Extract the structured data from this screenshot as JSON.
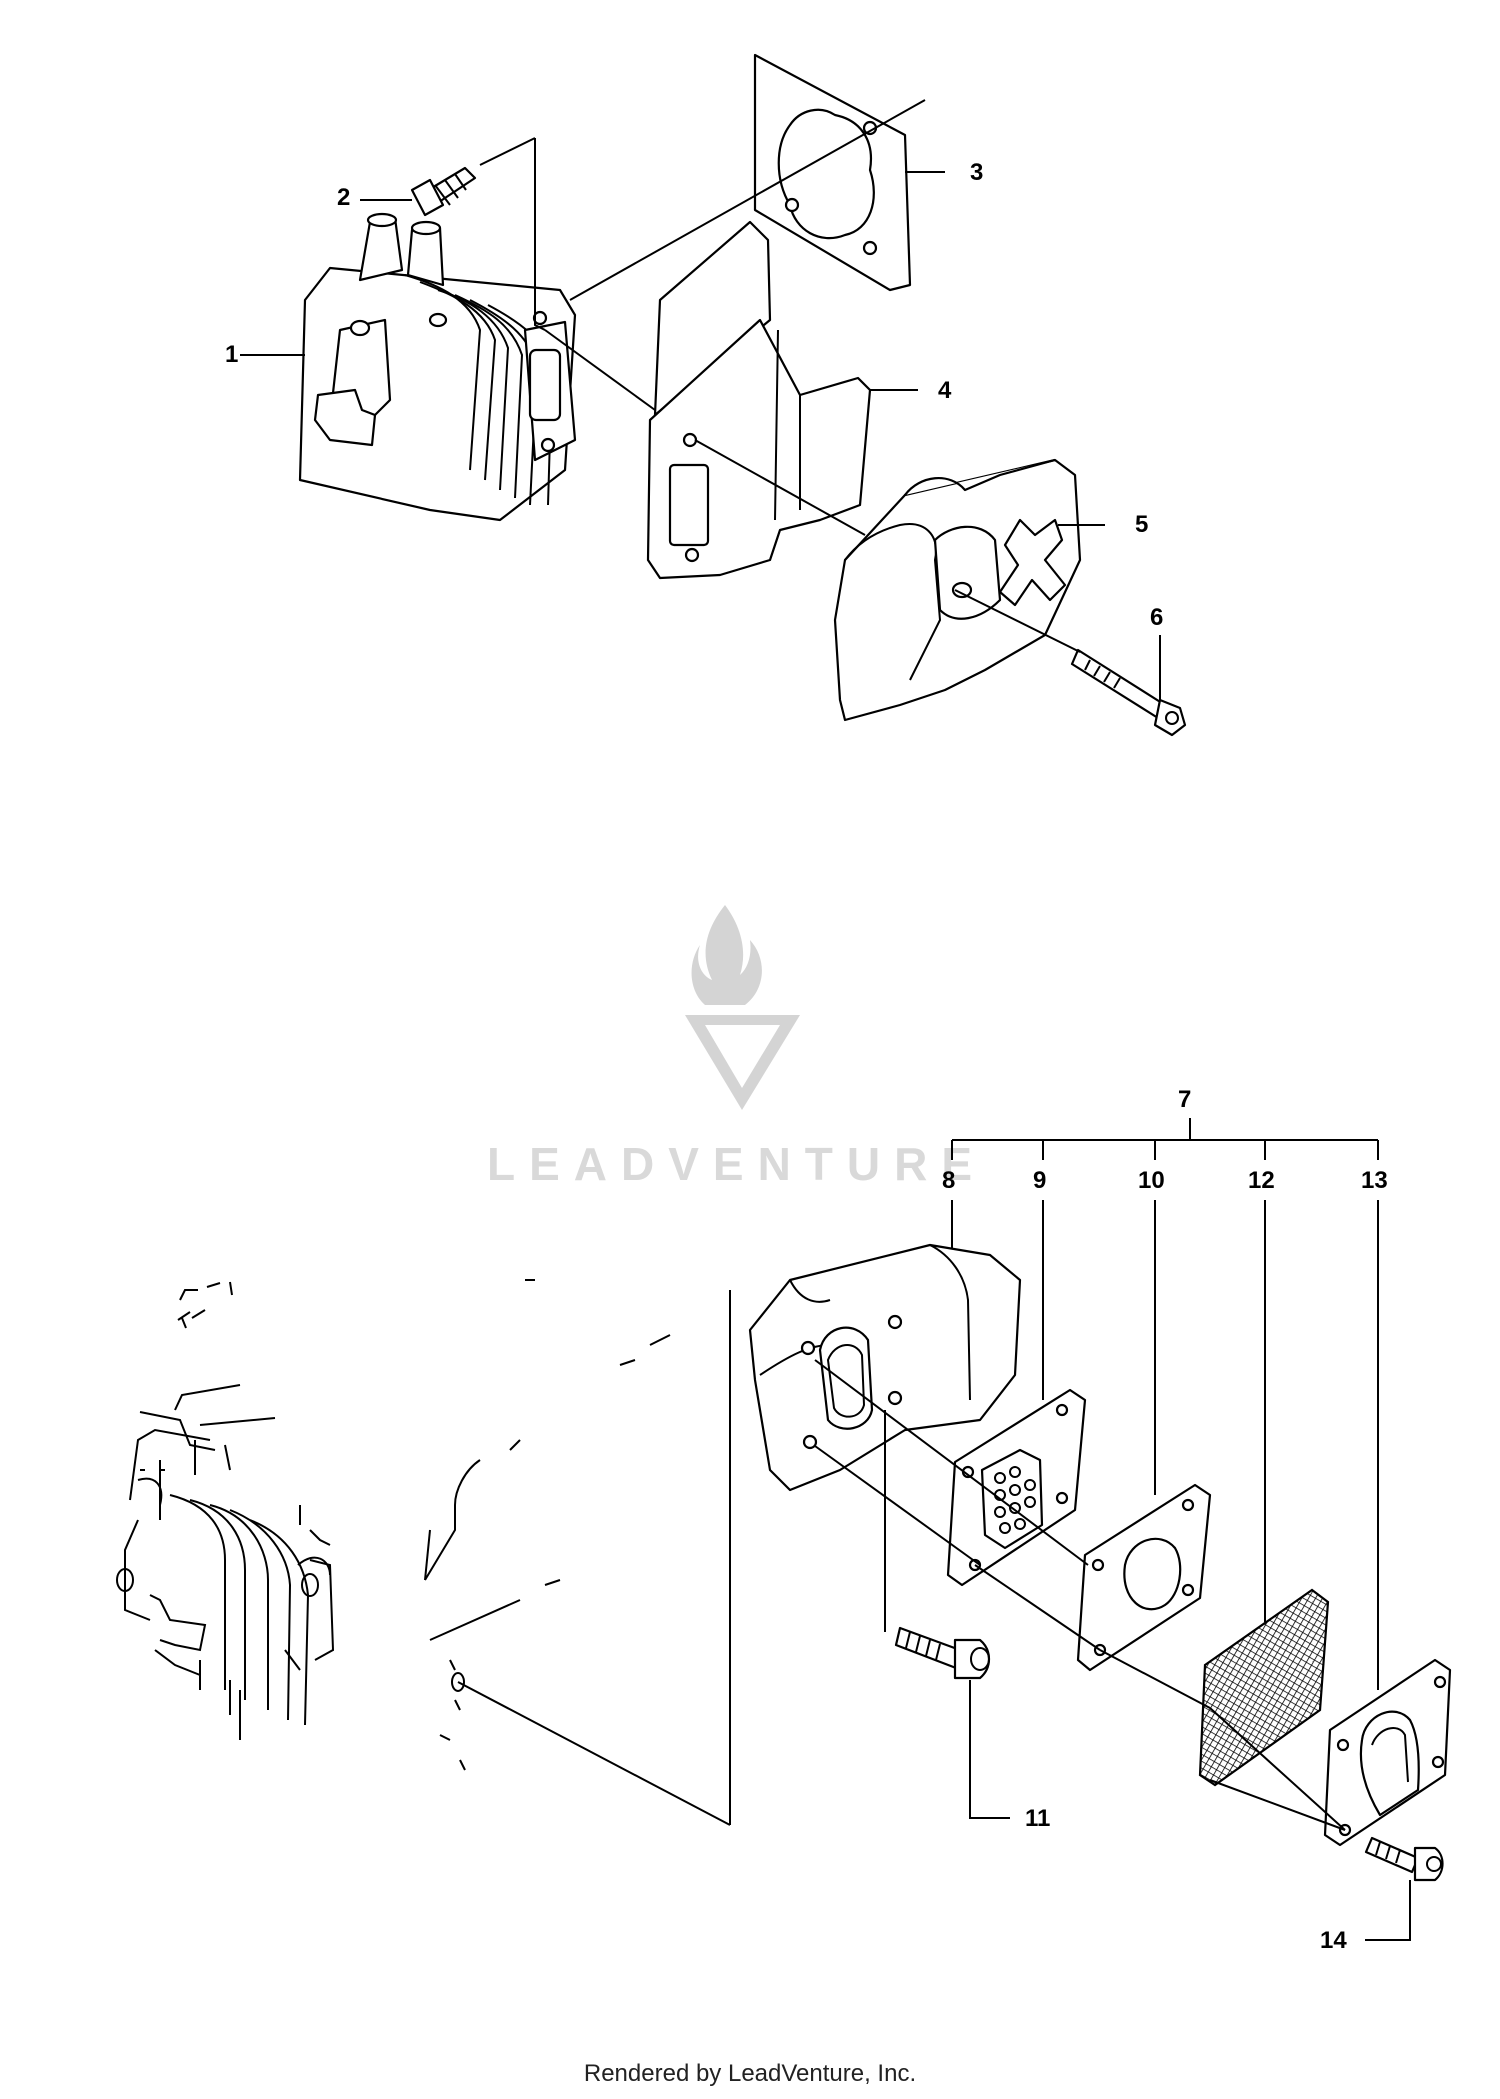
{
  "callouts": {
    "c1": "1",
    "c2": "2",
    "c3": "3",
    "c4": "4",
    "c5": "5",
    "c6": "6",
    "c7": "7",
    "c8": "8",
    "c9": "9",
    "c10": "10",
    "c11": "11",
    "c12": "12",
    "c13": "13",
    "c14": "14"
  },
  "watermark": {
    "brand": "LEADVENTURE"
  },
  "footer": {
    "text": "Rendered by LeadVenture, Inc."
  }
}
